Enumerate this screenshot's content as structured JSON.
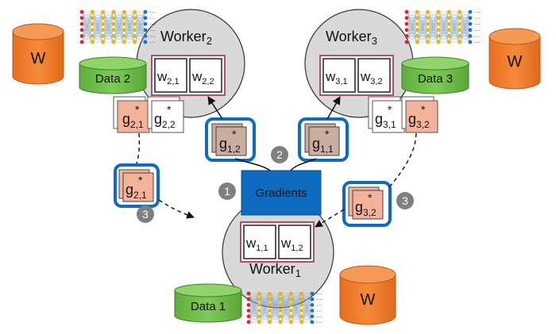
{
  "storage": {
    "w_left": "W",
    "w_right": "W",
    "w_bottom": "W",
    "data2": "Data 2",
    "data3": "Data 3",
    "data1": "Data 1"
  },
  "workers": {
    "worker2": {
      "name": "Worker",
      "index": "2"
    },
    "worker3": {
      "name": "Worker",
      "index": "3"
    },
    "worker1": {
      "name": "Worker",
      "index": "1"
    }
  },
  "params": {
    "w21": {
      "base": "w",
      "sub": "2,1"
    },
    "w22": {
      "base": "w",
      "sub": "2,2"
    },
    "w31": {
      "base": "w",
      "sub": "3,1"
    },
    "w32": {
      "base": "w",
      "sub": "3,2"
    },
    "w11": {
      "base": "w",
      "sub": "1,1"
    },
    "w12": {
      "base": "w",
      "sub": "1,2"
    }
  },
  "grads": {
    "g21": {
      "base": "g",
      "sup": "*",
      "sub": "2,1"
    },
    "g22": {
      "base": "g",
      "sup": "*",
      "sub": "2,2"
    },
    "g31": {
      "base": "g",
      "sup": "*",
      "sub": "3,1"
    },
    "g32": {
      "base": "g",
      "sup": "*",
      "sub": "3,2"
    },
    "g12": {
      "base": "g",
      "sup": "*",
      "sub": "1,2"
    },
    "g11": {
      "base": "g",
      "sup": "*",
      "sub": "1,1"
    },
    "g21_sent": {
      "base": "g",
      "sup": "*",
      "sub": "2,1"
    },
    "g32_sent": {
      "base": "g",
      "sup": "*",
      "sub": "3,2"
    }
  },
  "gradients_box": "Gradients",
  "steps": {
    "s1": "1",
    "s2": "2",
    "s3a": "3",
    "s3b": "3"
  },
  "colors": {
    "orange": "#f07f2f",
    "green": "#6fbf4a",
    "blue": "#0e6bbf",
    "grey": "#d9d9d9",
    "salmon": "#f5b29a",
    "brown": "#c9ad9e",
    "pink_border": "#c06080"
  }
}
